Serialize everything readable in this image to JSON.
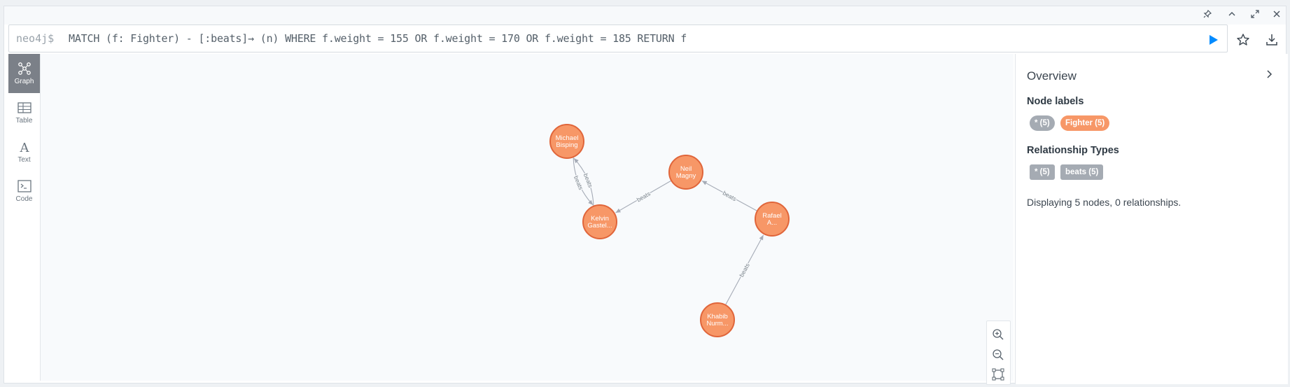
{
  "window": {
    "controls": [
      {
        "name": "pin-icon",
        "glyph": "⟟"
      },
      {
        "name": "collapse-icon",
        "glyph": "︿"
      },
      {
        "name": "fullscreen-icon",
        "glyph": "⤢"
      },
      {
        "name": "close-icon",
        "glyph": "✕"
      }
    ]
  },
  "editor": {
    "prompt": "neo4j$",
    "query": "MATCH (f: Fighter) - [:beats]→ (n) WHERE f.weight = 155 OR f.weight = 170 OR f.weight = 185 RETURN f"
  },
  "colors": {
    "accent": "#018bff",
    "node_fill": "#f79767",
    "node_stroke": "#e0653a",
    "pill_grey": "#a5abb3",
    "rel_line": "#a5abb6"
  },
  "sidebar": {
    "items": [
      {
        "label": "Graph",
        "icon": "graph-icon",
        "active": true
      },
      {
        "label": "Table",
        "icon": "table-icon",
        "active": false
      },
      {
        "label": "Text",
        "icon": "text-icon",
        "active": false
      },
      {
        "label": "Code",
        "icon": "code-icon",
        "active": false
      }
    ]
  },
  "graph": {
    "nodes": [
      {
        "id": "michael",
        "lines": [
          "Michael",
          "Bisping"
        ]
      },
      {
        "id": "kelvin",
        "lines": [
          "Kelvin",
          "Gastel..."
        ]
      },
      {
        "id": "neil",
        "lines": [
          "Neil",
          "Magny"
        ]
      },
      {
        "id": "rafael",
        "lines": [
          "Rafael",
          "A..."
        ]
      },
      {
        "id": "khabib",
        "lines": [
          "Khabib",
          "Nurm..."
        ]
      }
    ],
    "relationships": [
      {
        "from": "michael",
        "to": "kelvin",
        "label": "beats"
      },
      {
        "from": "kelvin",
        "to": "michael",
        "label": "beats"
      },
      {
        "from": "neil",
        "to": "kelvin",
        "label": "beats"
      },
      {
        "from": "rafael",
        "to": "neil",
        "label": "beats"
      },
      {
        "from": "khabib",
        "to": "rafael",
        "label": "beats"
      }
    ]
  },
  "overview": {
    "title": "Overview",
    "node_labels_heading": "Node labels",
    "node_labels": [
      {
        "text": "* (5)",
        "style": "grey"
      },
      {
        "text": "Fighter (5)",
        "style": "orange"
      }
    ],
    "rel_types_heading": "Relationship Types",
    "rel_types": [
      {
        "text": "* (5)",
        "style": "grey"
      },
      {
        "text": "beats (5)",
        "style": "grey"
      }
    ],
    "status": "Displaying 5 nodes, 0 relationships."
  }
}
